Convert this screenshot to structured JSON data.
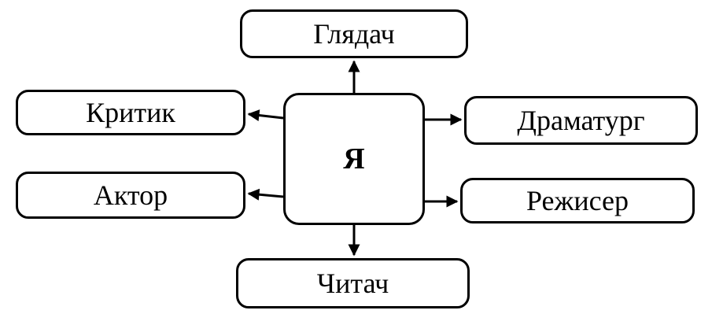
{
  "diagram": {
    "center": "Я",
    "top": "Глядач",
    "left_upper": "Критик",
    "left_lower": "Актор",
    "right_upper": "Драматург",
    "right_lower": "Режисер",
    "bottom": "Читач"
  }
}
